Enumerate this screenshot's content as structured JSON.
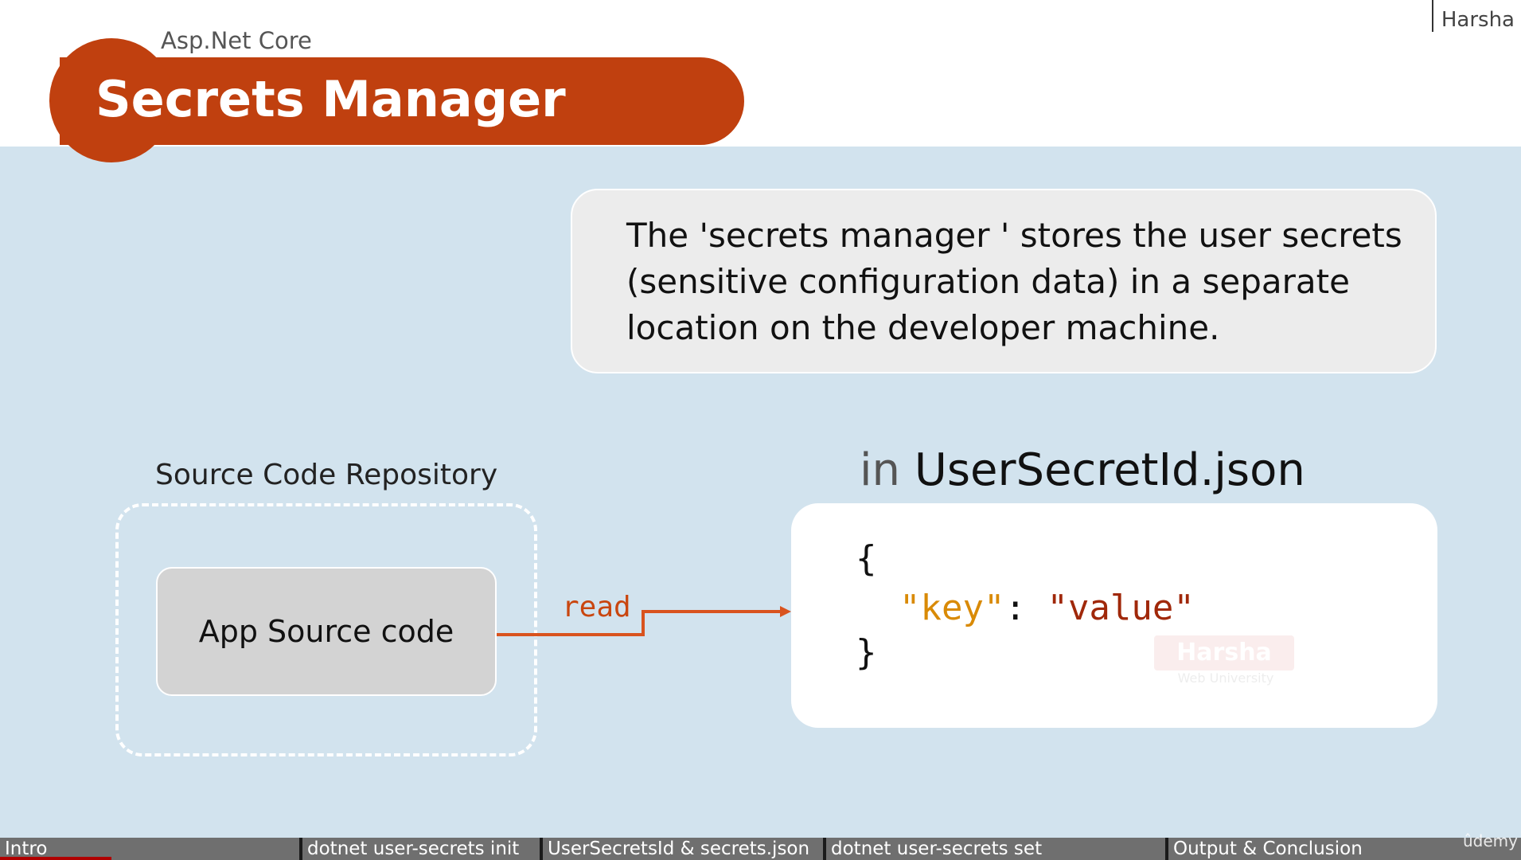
{
  "header": {
    "author": "Harsha",
    "subtitle": "Asp.Net Core",
    "title": "Secrets Manager"
  },
  "note": {
    "text": "The 'secrets manager ' stores the user secrets (sensitive configuration data) in a separate location on the developer machine."
  },
  "diagram": {
    "repo_label": "Source Code Repository",
    "source_label": "App Source code",
    "arrow_label": "read",
    "json_prefix": "in",
    "json_filename": "UserSecretId.json",
    "code": {
      "open_brace": "{",
      "key": "\"key\"",
      "colon": ":",
      "value": "\"value\"",
      "close_brace": "}"
    }
  },
  "watermark": {
    "name": "Harsha",
    "sub": "Web University"
  },
  "chapters": [
    "Intro",
    "dotnet user-secrets init",
    "UserSecretsId & secrets.json",
    "dotnet user-secrets set",
    "Output & Conclusion"
  ],
  "brand": "ûdemy",
  "colors": {
    "title_bg": "#c0400f",
    "slide_bg": "#d2e3ee",
    "arrow": "#d9531e",
    "json_key": "#d98a06",
    "json_value": "#a0280a"
  }
}
